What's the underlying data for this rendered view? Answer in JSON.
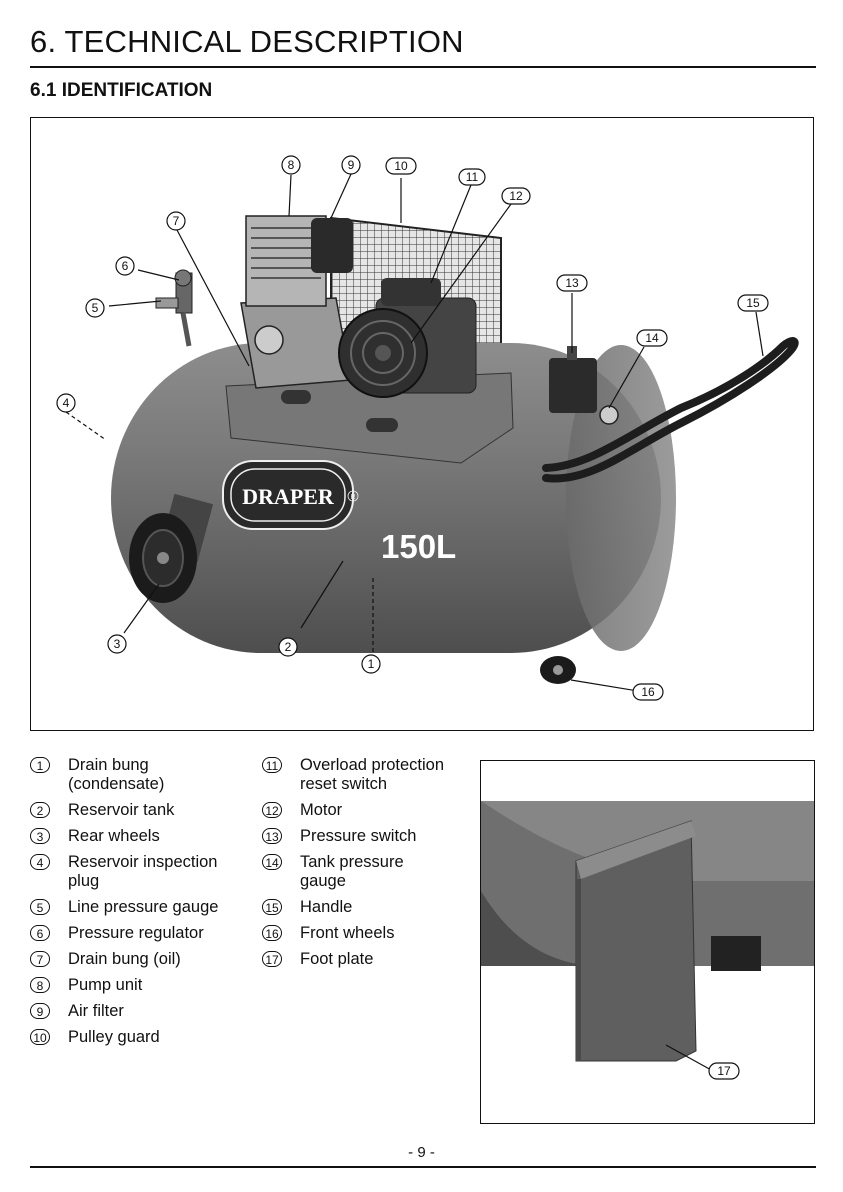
{
  "header": {
    "title": "6. TECHNICAL DESCRIPTION",
    "subtitle": "6.1 IDENTIFICATION"
  },
  "figure": {
    "brand": "DRAPER",
    "registered": "R",
    "capacity": "150L",
    "callouts": [
      "1",
      "2",
      "3",
      "4",
      "5",
      "6",
      "7",
      "8",
      "9",
      "10",
      "11",
      "12",
      "13",
      "14",
      "15",
      "16"
    ]
  },
  "legend": {
    "column1": [
      {
        "num": "1",
        "label": "Drain bung\n(condensate)"
      },
      {
        "num": "2",
        "label": "Reservoir tank"
      },
      {
        "num": "3",
        "label": "Rear wheels"
      },
      {
        "num": "4",
        "label": "Reservoir inspection\nplug"
      },
      {
        "num": "5",
        "label": "Line pressure gauge"
      },
      {
        "num": "6",
        "label": "Pressure regulator"
      },
      {
        "num": "7",
        "label": "Drain bung (oil)"
      },
      {
        "num": "8",
        "label": "Pump unit"
      },
      {
        "num": "9",
        "label": "Air filter"
      },
      {
        "num": "10",
        "label": "Pulley guard"
      }
    ],
    "column2": [
      {
        "num": "11",
        "label": "Overload protection\nreset switch"
      },
      {
        "num": "12",
        "label": "Motor"
      },
      {
        "num": "13",
        "label": "Pressure switch"
      },
      {
        "num": "14",
        "label": "Tank pressure\ngauge"
      },
      {
        "num": "15",
        "label": "Handle"
      },
      {
        "num": "16",
        "label": "Front wheels"
      },
      {
        "num": "17",
        "label": "Foot plate"
      }
    ]
  },
  "inset": {
    "callout": "17"
  },
  "footer": {
    "page_number": "- 9 -"
  }
}
